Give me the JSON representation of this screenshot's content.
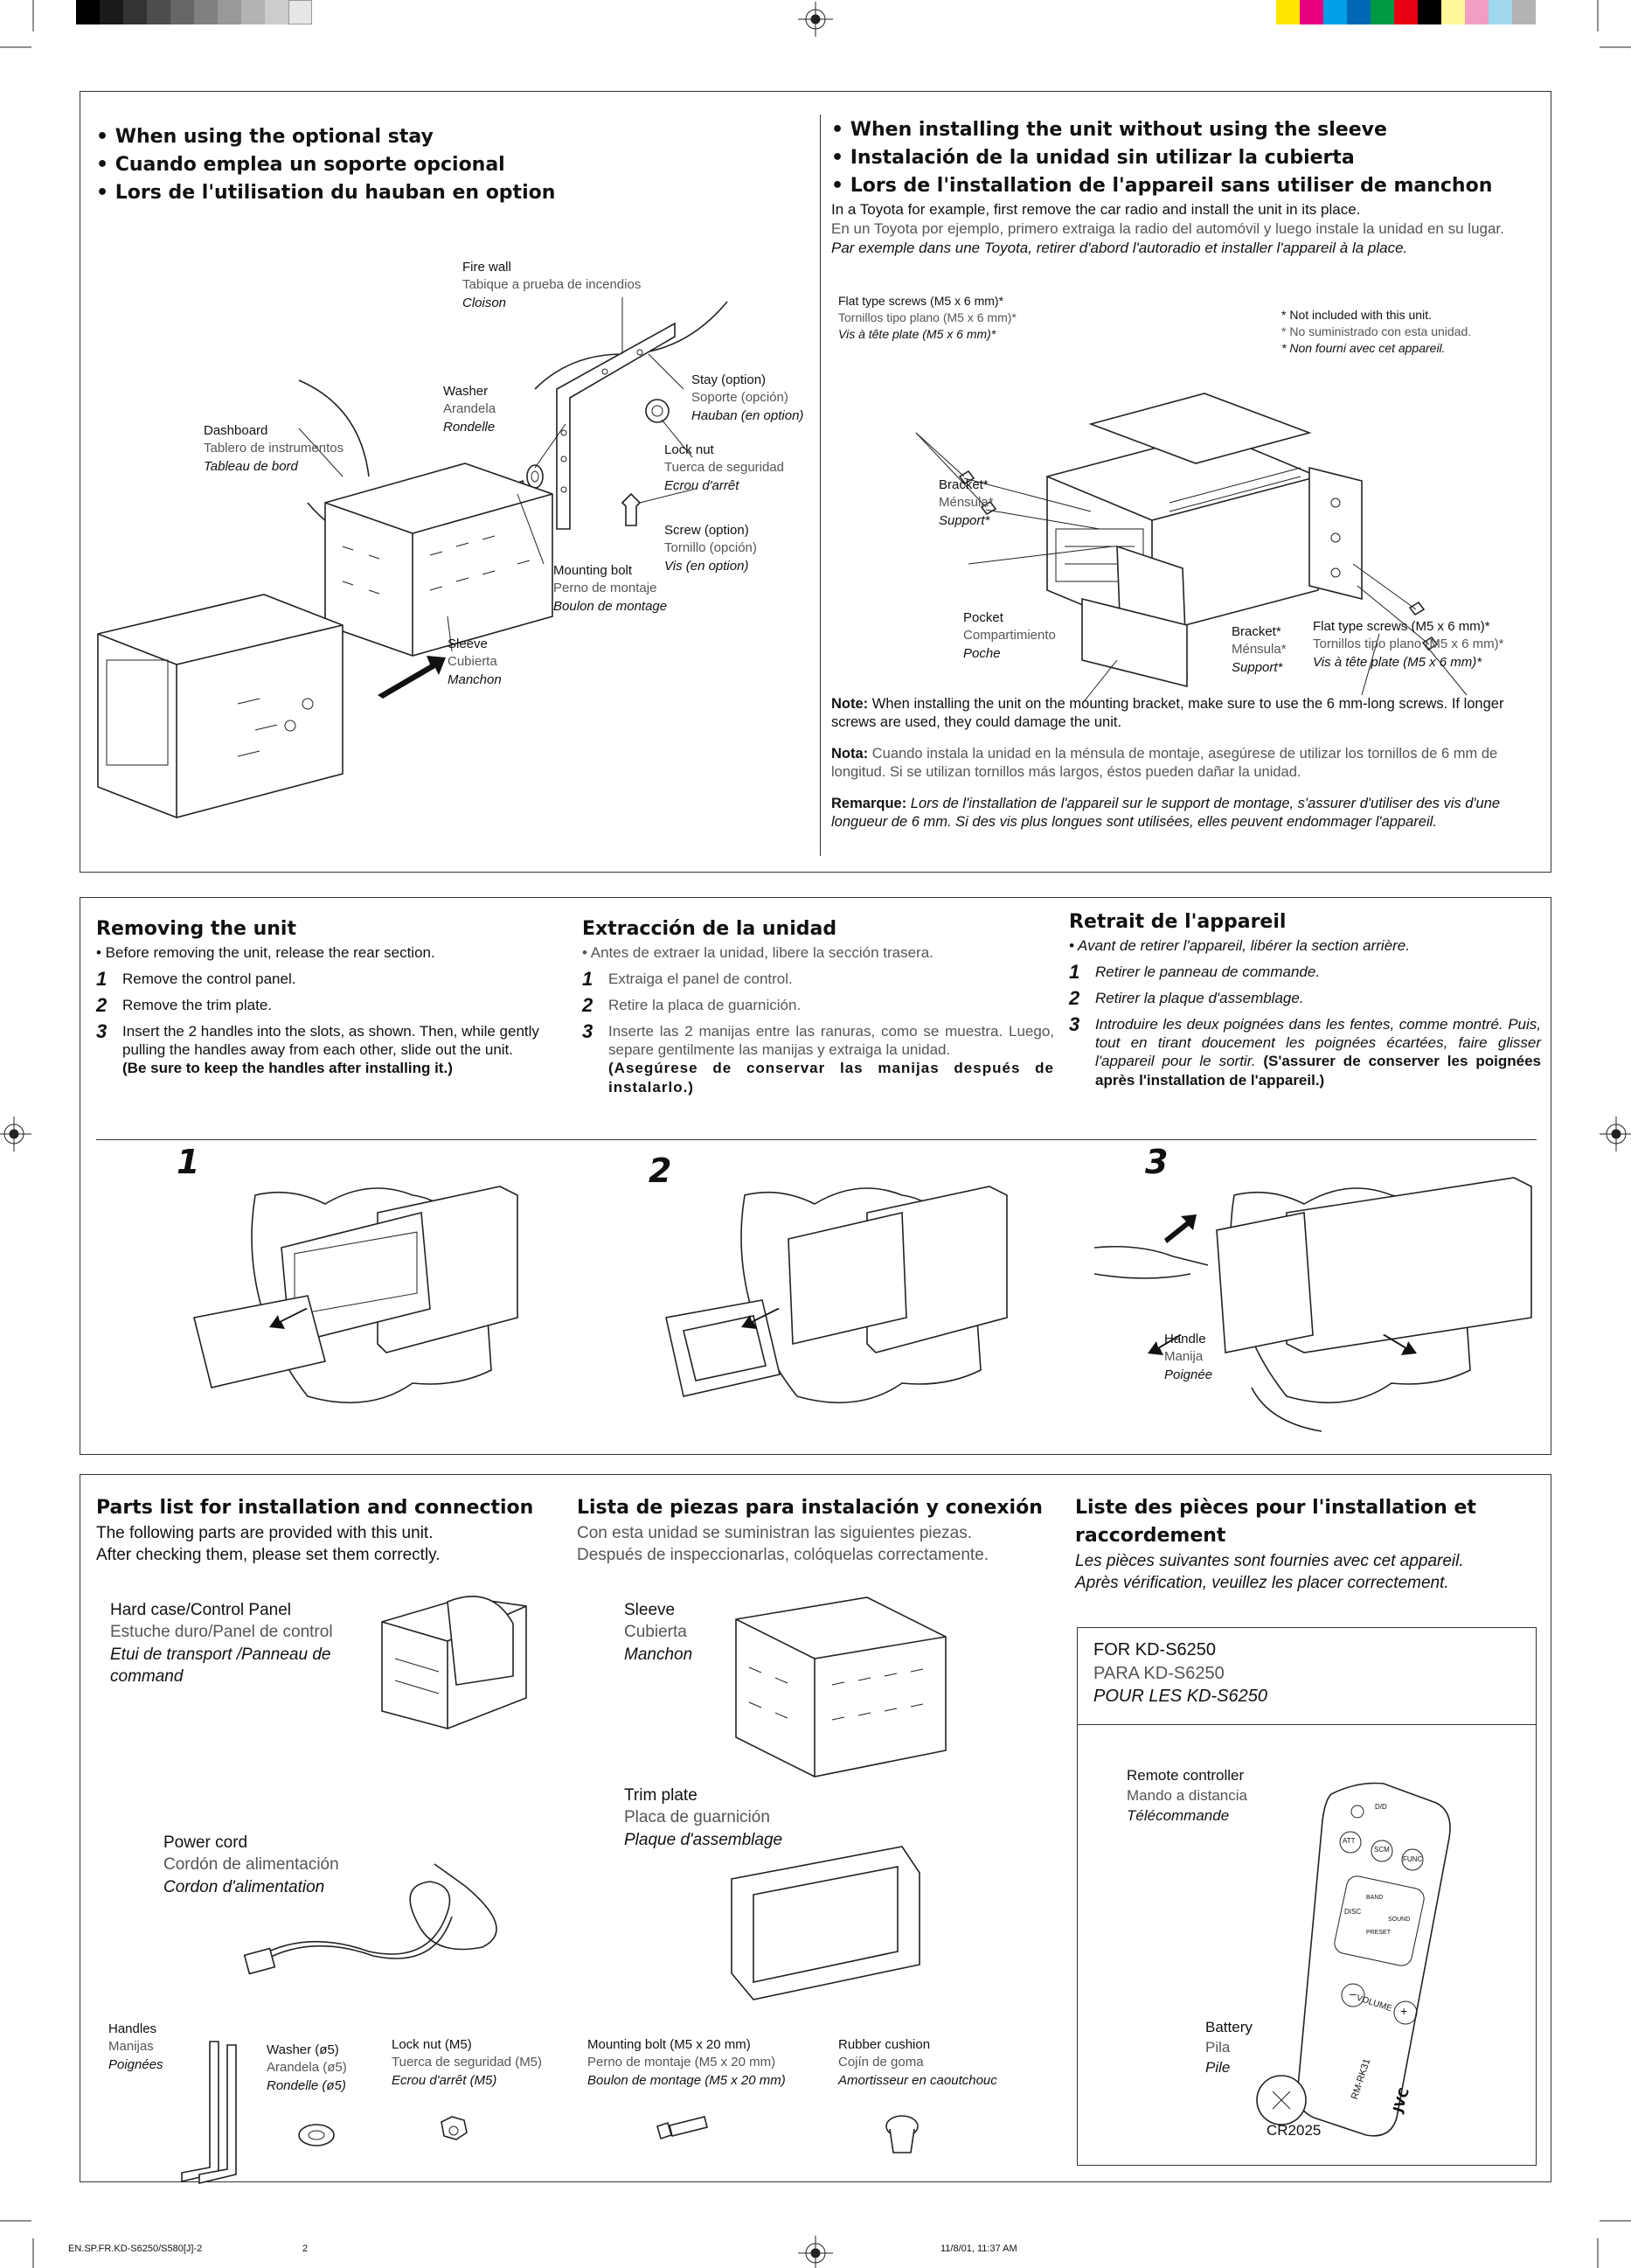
{
  "colors": {
    "gray_bars": [
      "#000000",
      "#1a1a1a",
      "#333333",
      "#4d4d4d",
      "#666666",
      "#808080",
      "#999999",
      "#b3b3b3",
      "#cccccc",
      "#e6e6e6"
    ],
    "color_bars": [
      "#ffe600",
      "#e6007e",
      "#00a0e9",
      "#0068b7",
      "#009944",
      "#e60012",
      "#000000",
      "#fff799",
      "#f19ec2",
      "#a0d8ef",
      "#b3b3b3"
    ]
  },
  "stay_section": {
    "heading_en": "• When using the optional stay",
    "heading_es": "• Cuando emplea un soporte opcional",
    "heading_fr": "• Lors de l'utilisation du hauban en option",
    "labels": {
      "fire_wall": [
        "Fire wall",
        "Tabique a prueba de incendios",
        "Cloison"
      ],
      "washer": [
        "Washer",
        "Arandela",
        "Rondelle"
      ],
      "dashboard": [
        "Dashboard",
        "Tablero de instrumentos",
        "Tableau de bord"
      ],
      "stay": [
        "Stay (option)",
        "Soporte (opción)",
        "Hauban (en option)"
      ],
      "lock_nut": [
        "Lock nut",
        "Tuerca de seguridad",
        "Ecrou d'arrêt"
      ],
      "screw": [
        "Screw (option)",
        "Tornillo (opción)",
        "Vis (en option)"
      ],
      "mounting_bolt": [
        "Mounting bolt",
        "Perno de montaje",
        "Boulon de montage"
      ],
      "sleeve": [
        "Sleeve",
        "Cubierta",
        "Manchon"
      ]
    }
  },
  "nosleeve_section": {
    "heading_en": "• When installing the unit without using the sleeve",
    "heading_es": "• Instalación de la unidad sin utilizar la cubierta",
    "heading_fr": "• Lors de l'installation de l'appareil sans utiliser de manchon",
    "intro_en": "In a Toyota for example, first remove the car radio and install the unit in its place.",
    "intro_es": "En un Toyota por ejemplo, primero extraiga la radio del automóvil y luego instale la unidad en su lugar.",
    "intro_fr": "Par exemple dans une Toyota, retirer d'abord l'autoradio et installer l'appareil à la place.",
    "labels": {
      "flat_screws_top": [
        "Flat type screws (M5 x 6 mm)*",
        "Tornillos tipo plano (M5 x 6 mm)*",
        "Vis à tête plate (M5 x 6 mm)*"
      ],
      "not_included": [
        "* Not included with this unit.",
        "* No suministrado con esta unidad.",
        "* Non fourni avec cet appareil."
      ],
      "bracket_left": [
        "Bracket*",
        "Ménsula*",
        "Support*"
      ],
      "pocket": [
        "Pocket",
        "Compartimiento",
        "Poche"
      ],
      "bracket_right": [
        "Bracket*",
        "Ménsula*",
        "Support*"
      ],
      "flat_screws_bottom": [
        "Flat type screws (M5 x 6 mm)*",
        "Tornillos tipo plano (M5 x 6 mm)*",
        "Vis à tête plate (M5 x 6 mm)*"
      ]
    },
    "note_en_label": "Note:",
    "note_en": " When installing the unit on the mounting bracket, make sure to use the 6 mm-long screws. If longer screws are used, they could damage the unit.",
    "note_es_label": "Nota:",
    "note_es": " Cuando instala la unidad en la ménsula de montaje, asegúrese de utilizar los tornillos de 6 mm de longitud. Si se utilizan tornillos más largos, éstos pueden dañar la unidad.",
    "note_fr_label": "Remarque:",
    "note_fr": " Lors de l'installation de l'appareil sur le support de montage, s'assurer d'utiliser des vis d'une longueur de 6 mm. Si des vis plus longues sont utilisées, elles peuvent endommager l'appareil."
  },
  "removing": {
    "en": {
      "heading": "Removing the unit",
      "pre": "•  Before removing the unit, release the rear section.",
      "s1": "Remove the control panel.",
      "s2": "Remove the trim plate.",
      "s3": "Insert the 2 handles into the slots, as shown. Then, while gently pulling the handles away from each other, slide out the unit.",
      "s3b": "(Be sure to keep the handles after installing it.)"
    },
    "es": {
      "heading": "Extracción de la unidad",
      "pre": "• Antes de extraer la unidad, libere la sección trasera.",
      "s1": "Extraiga el panel de control.",
      "s2": "Retire la placa de guarnición.",
      "s3": "Inserte las 2 manijas entre las ranuras, como se muestra. Luego, separe gentilmente las manijas y extraiga la unidad.",
      "s3b": "(Asegúrese de conservar las manijas después de instalarlo.)"
    },
    "fr": {
      "heading": "Retrait de l'appareil",
      "pre": "•  Avant de retirer l'appareil, libérer la section arrière.",
      "s1": "Retirer le panneau de commande.",
      "s2": "Retirer la plaque d'assemblage.",
      "s3": "Introduire les deux poignées dans les fentes, comme montré. Puis, tout en tirant doucement les poignées écartées, faire glisser l'appareil pour le sortir.",
      "s3b": "(S'assurer de conserver les poignées après l'installation de l'appareil.)"
    },
    "step_nums": [
      "1",
      "2",
      "3"
    ],
    "handle_label": [
      "Handle",
      "Manija",
      "Poignée"
    ]
  },
  "parts": {
    "en_heading": "Parts list for installation and connection",
    "en_l1": "The following parts are provided with this unit.",
    "en_l2": "After checking them, please set them correctly.",
    "es_heading": "Lista de piezas para instalación y conexión",
    "es_l1": "Con esta unidad se suministran las siguientes piezas.",
    "es_l2": "Después de inspeccionarlas, colóquelas correctamente.",
    "fr_heading": "Liste des pièces pour l'installation et raccordement",
    "fr_l1": "Les pièces suivantes sont fournies avec cet appareil.",
    "fr_l2": "Après vérification, veuillez les placer correctement.",
    "hard_case": [
      "Hard case/Control Panel",
      "Estuche duro/Panel de control",
      "Etui de transport /Panneau de command"
    ],
    "sleeve": [
      "Sleeve",
      "Cubierta",
      "Manchon"
    ],
    "trim_plate": [
      "Trim plate",
      "Placa de guarnición",
      "Plaque d'assemblage"
    ],
    "power_cord": [
      "Power cord",
      "Cordón de alimentación",
      "Cordon d'alimentation"
    ],
    "handles": [
      "Handles",
      "Manijas",
      "Poignées"
    ],
    "washer": [
      "Washer (ø5)",
      "Arandela (ø5)",
      "Rondelle (ø5)"
    ],
    "lock_nut": [
      "Lock nut (M5)",
      "Tuerca de seguridad (M5)",
      "Ecrou d'arrêt (M5)"
    ],
    "mounting_bolt": [
      "Mounting bolt (M5 x 20 mm)",
      "Perno de montaje (M5 x 20 mm)",
      "Boulon de montage (M5 x 20 mm)"
    ],
    "rubber_cushion": [
      "Rubber cushion",
      "Cojín de goma",
      "Amortisseur en caoutchouc"
    ],
    "for_model": [
      "FOR KD-S6250",
      "PARA KD-S6250",
      "POUR LES KD-S6250"
    ],
    "remote": [
      "Remote controller",
      "Mando a distancia",
      "Télécommande"
    ],
    "battery": [
      "Battery",
      "Pila",
      "Pile"
    ],
    "battery_model": "CR2025",
    "remote_text": {
      "brand": "JVC",
      "model": "RM-RK31",
      "volume": "VOLUME",
      "keys": [
        "ATT",
        "SCM",
        "FUNC",
        "D/D",
        "DISC",
        "BAND",
        "PRESET",
        "SOUND",
        "–",
        "+"
      ]
    }
  },
  "footer": {
    "left": "EN.SP.FR.KD-S6250/S580[J]-2",
    "page": "2",
    "right": "11/8/01, 11:37 AM"
  }
}
